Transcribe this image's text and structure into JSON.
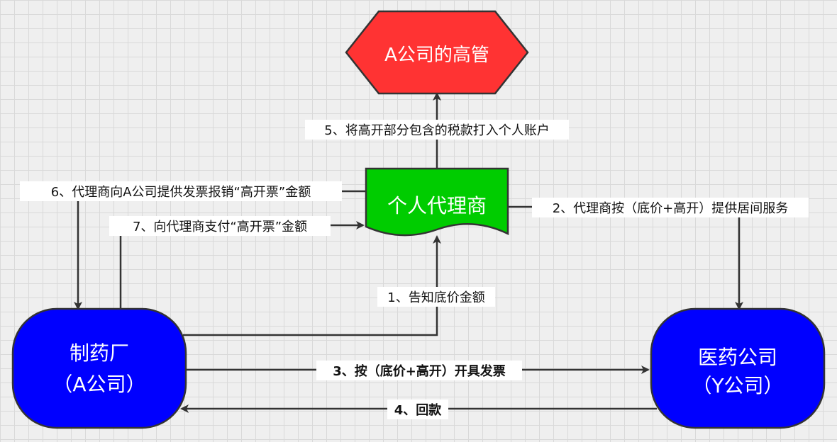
{
  "nodes": {
    "executive": {
      "label": "A公司的高管",
      "fill": "#ff3333"
    },
    "agent": {
      "label": "个人代理商",
      "fill": "#00cc00"
    },
    "manufacturer": {
      "line1": "制药厂",
      "line2": "（A公司）",
      "fill": "#0000ff"
    },
    "pharma": {
      "line1": "医药公司",
      "line2": "（Y公司）",
      "fill": "#0000ff"
    }
  },
  "edges": {
    "step1": "1、告知底价金额",
    "step2": "2、代理商按（底价+高开）提供居间服务",
    "step3": "3、按（底价+高开）开具发票",
    "step4": "4、回款",
    "step5": "5、将高开部分包含的税款打入个人账户",
    "step6": "6、代理商向A公司提供发票报销“高开票”金额",
    "step7": "7、向代理商支付“高开票”金额"
  },
  "colors": {
    "stroke": "#333333",
    "label_bg": "#ffffff"
  }
}
